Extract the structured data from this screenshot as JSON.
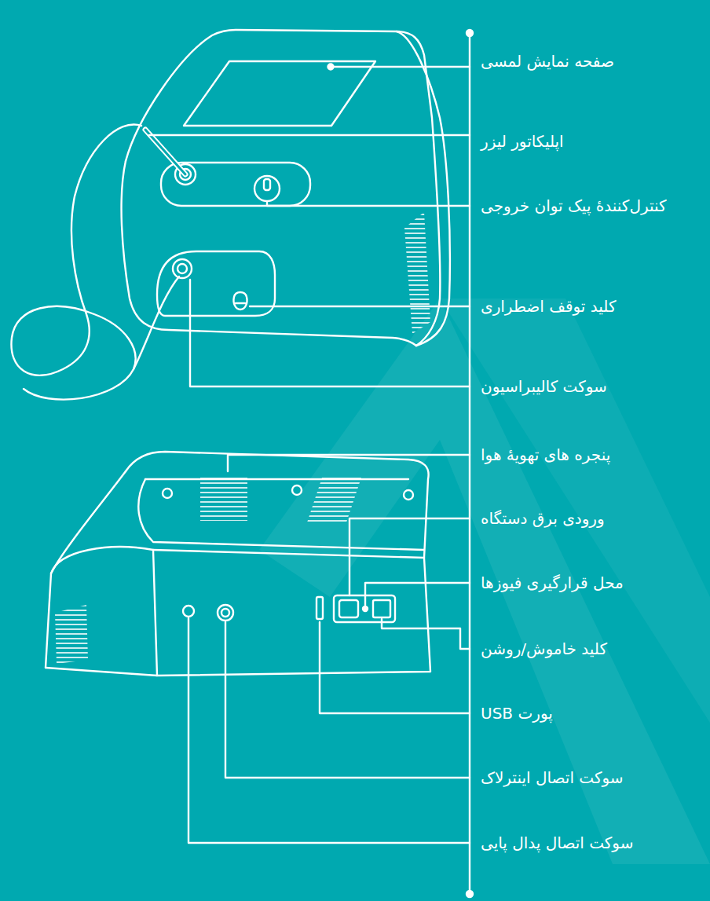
{
  "diagram": {
    "labels": [
      "صفحه نمایش لمسی",
      "اپلیکاتور لیزر",
      "کنترل‌کنندهٔ پیک توان خروجی",
      "کلید توقف اضطراری",
      "سوکت کالیبراسیون",
      "پنجره های تهویهٔ هوا",
      "ورودی برق دستگاه",
      "محل قرارگیری فیوزها",
      "کلید خاموش/روشن",
      "پورت USB",
      "سوکت اتصال اینترلاک",
      "سوکت اتصال پدال پایی"
    ]
  }
}
